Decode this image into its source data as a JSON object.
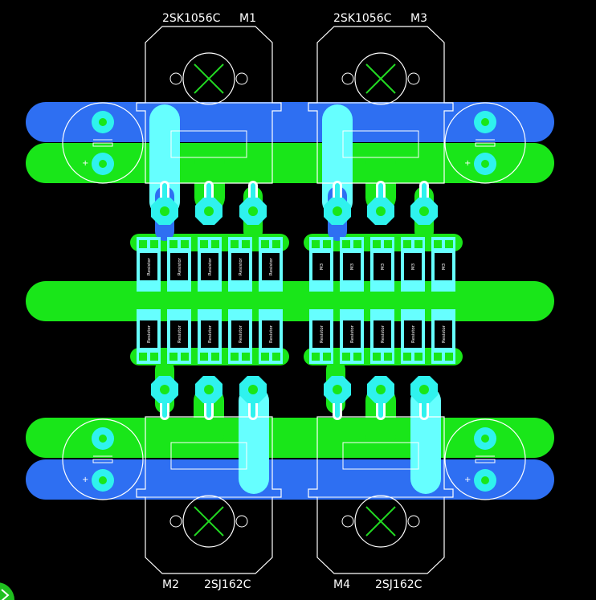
{
  "colors": {
    "background": "#000000",
    "trace_blue": "#2e6ff2",
    "trace_green": "#19e619",
    "pad_cyan": "#2ff2ee",
    "mask_cyan": "#66ffff",
    "silk_white": "#ffffff",
    "mark_green": "#22d822"
  },
  "components": {
    "m1": {
      "ref": "M1",
      "part": "2SK1056C"
    },
    "m3": {
      "ref": "M3",
      "part": "2SK1056C"
    },
    "m2": {
      "ref": "M2",
      "part": "2SJ162C"
    },
    "m4": {
      "ref": "M4",
      "part": "2SJ162C"
    }
  },
  "capacitors": {
    "polarity": "+"
  },
  "resistors": {
    "left_top": [
      "Resistor",
      "Resistor",
      "Resistor",
      "Resistor",
      "Resistor"
    ],
    "right_top": [
      "M3",
      "M3",
      "M3",
      "M3",
      "M3"
    ],
    "left_bottom": [
      "Resistor",
      "Resistor",
      "Resistor",
      "Resistor",
      "Resistor"
    ],
    "right_bottom": [
      "Resistor",
      "Resistor",
      "Resistor",
      "Resistor",
      "Resistor"
    ]
  }
}
